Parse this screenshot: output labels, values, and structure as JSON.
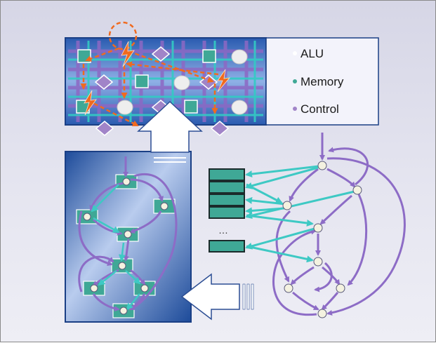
{
  "legend": {
    "items": [
      {
        "label": "ALU",
        "color": "#ffffff"
      },
      {
        "label": "Memory",
        "color": "#3fa896"
      },
      {
        "label": "Control",
        "color": "#a184c8"
      }
    ]
  },
  "memory_stack": {
    "ellipsis": "…"
  },
  "colors": {
    "panel_dark": "#1f4f9e",
    "panel_light": "#c4d4f0",
    "grid_purple": "#8d68c4",
    "grid_teal": "#33cbc4",
    "hotspot_orange": "#f06a1f",
    "memory_block": "#3fa896",
    "control_edge": "#8d6cc6",
    "data_edge": "#3ec9c4",
    "alu_node": "#f4f2e0",
    "legend_bg": "#f3f3fb"
  }
}
